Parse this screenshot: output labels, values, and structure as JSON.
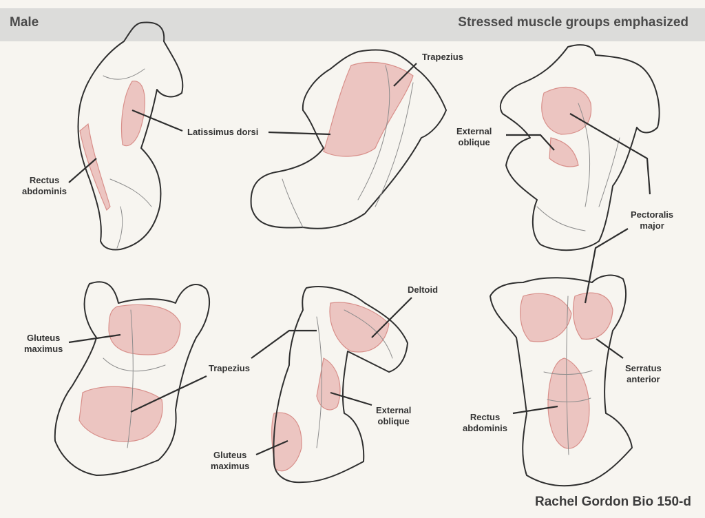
{
  "header": {
    "left_title": "Male",
    "right_title": "Stressed muscle groups emphasized"
  },
  "labels": {
    "latissimus_dorsi": "Latissimus dorsi",
    "rectus_abdominis_1": "Rectus\nabdominis",
    "trapezius_1": "Trapezius",
    "external_oblique_1": "External\noblique",
    "pectoralis_major": "Pectoralis\nmajor",
    "gluteus_maximus_1": "Gluteus\nmaximus",
    "trapezius_2": "Trapezius",
    "deltoid": "Deltoid",
    "external_oblique_2": "External\noblique",
    "gluteus_maximus_2": "Gluteus\nmaximus",
    "serratus_anterior": "Serratus\nanterior",
    "rectus_abdominis_2": "Rectus\nabdominis"
  },
  "credit": "Rachel Gordon Bio 150-d",
  "colors": {
    "muscle_highlight": "#e8b4b1",
    "header_bar": "#dcdcda",
    "paper": "#f7f5f0"
  }
}
